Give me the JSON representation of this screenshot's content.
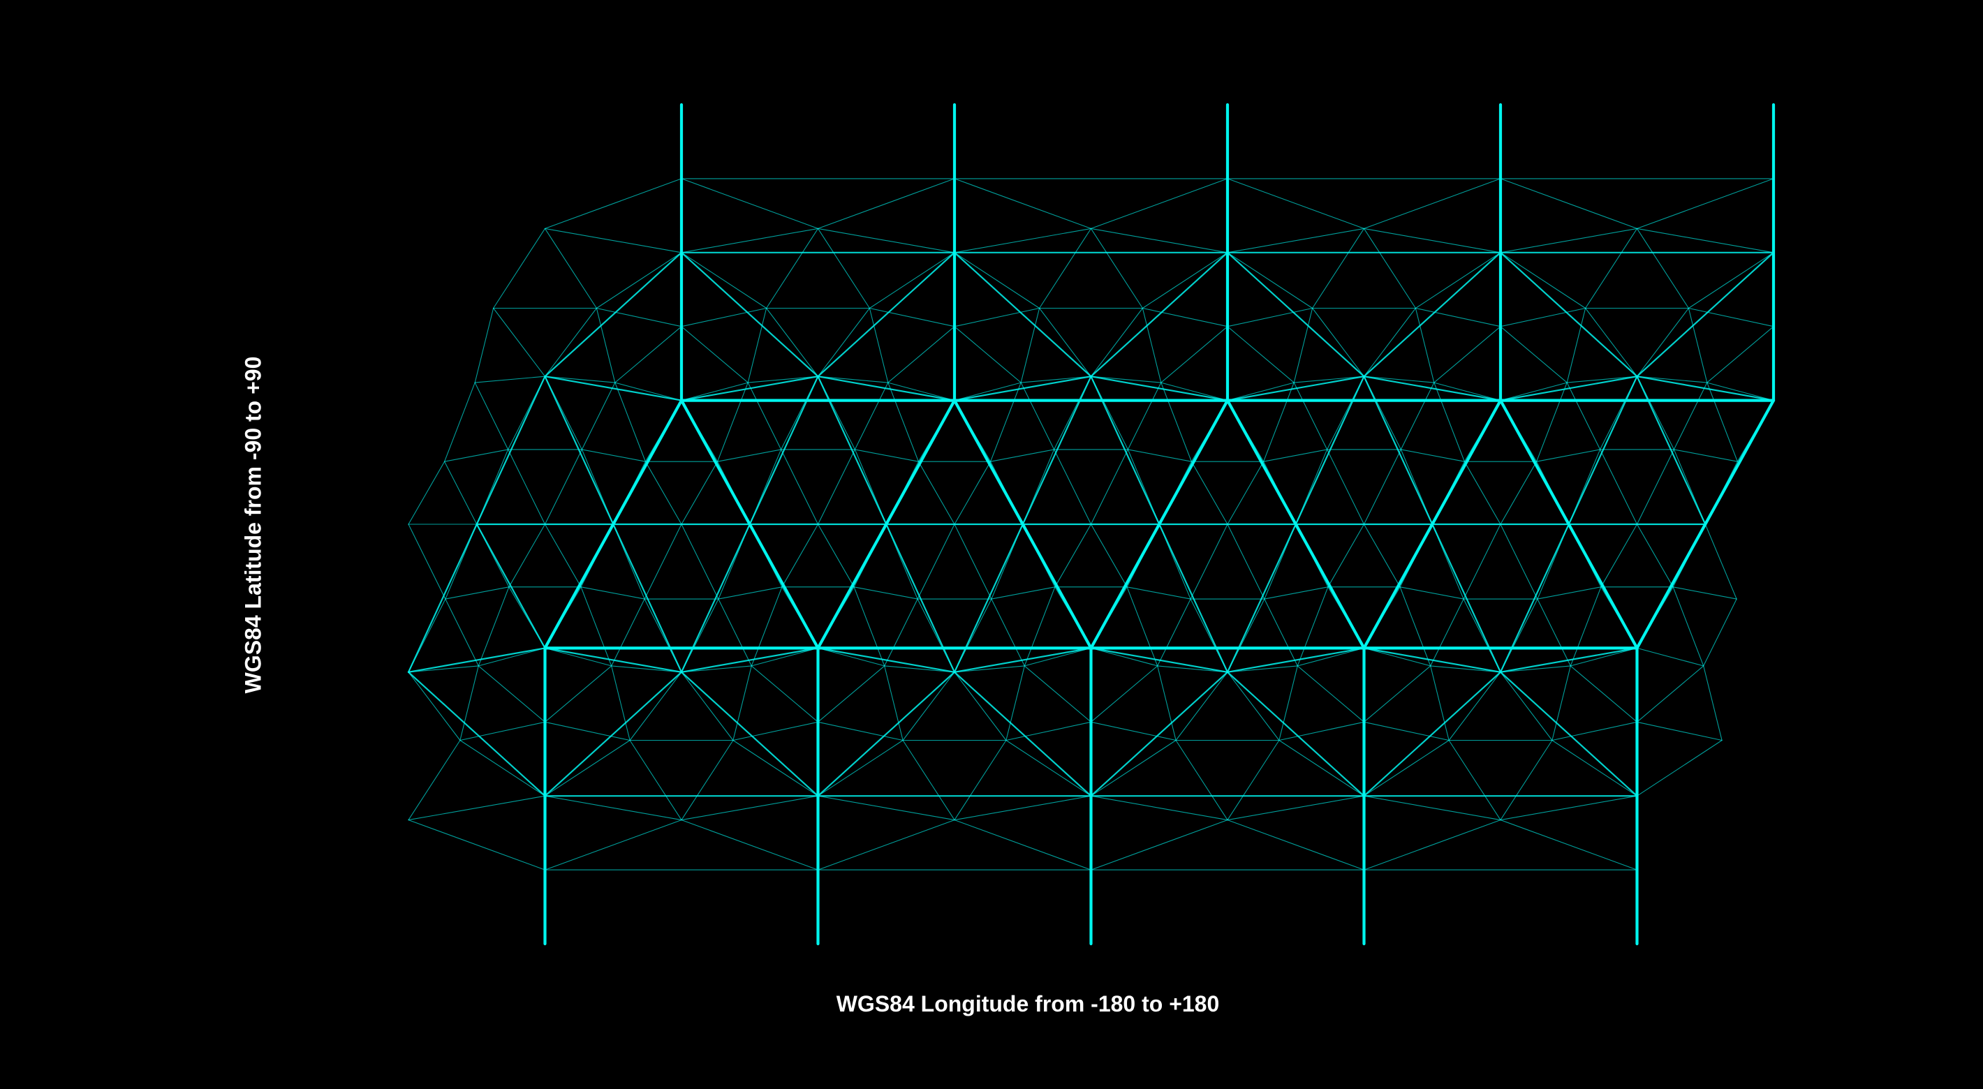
{
  "figure": {
    "xlabel": "WGS84 Longitude from -180 to +180",
    "ylabel": "WGS84 Latitude from -90 to +90"
  },
  "chart_data": {
    "type": "scatter",
    "description_kind": "geodesic icosahedral grid (subdivided icosahedron) projected onto longitude/latitude",
    "xlabel": "WGS84 Longitude from -180 to +180",
    "ylabel": "WGS84 Latitude from -90 to +90",
    "xlim": [
      -180,
      180
    ],
    "ylim": [
      -90,
      90
    ],
    "grid": false,
    "subdivision_levels": 3,
    "colors": {
      "background": "#000000",
      "mesh": "#00f5ee",
      "text": "#ffffff"
    }
  }
}
